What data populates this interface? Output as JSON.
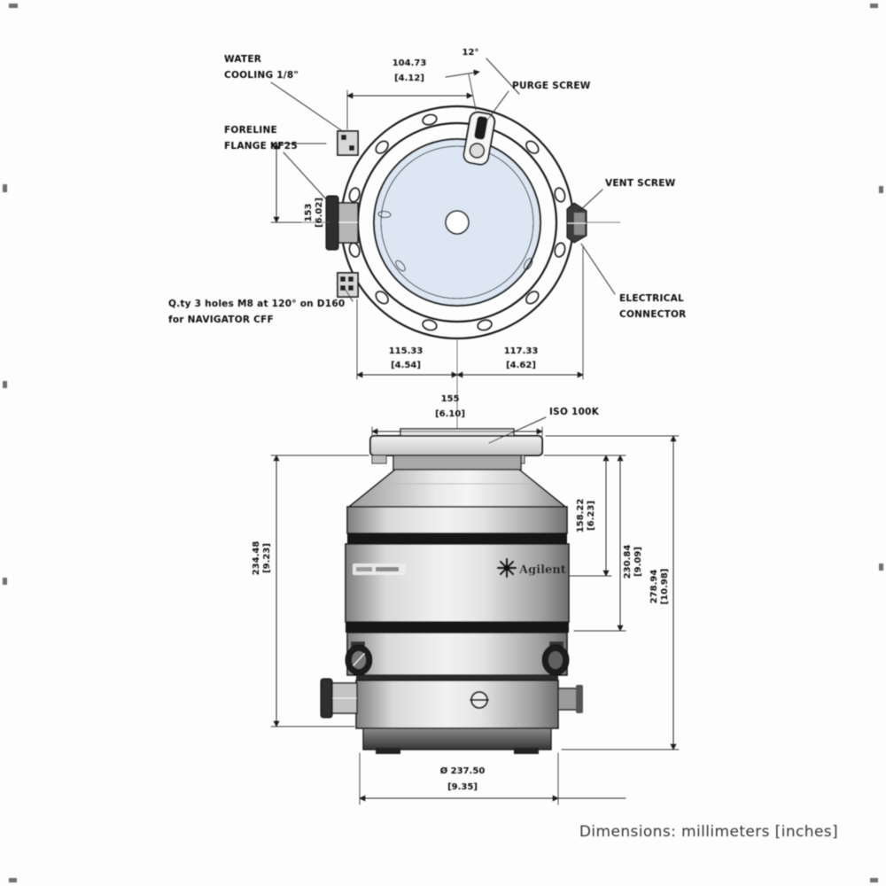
{
  "footer": {
    "note": "Dimensions: millimeters [inches]"
  },
  "top_view": {
    "labels": {
      "water_cooling_line1": "WATER",
      "water_cooling_line2": "COOLING 1/8\"",
      "foreline_line1": "FORELINE",
      "foreline_line2": "FLANGE KF25",
      "purge": "PURGE SCREW",
      "vent": "VENT SCREW",
      "electrical_line1": "ELECTRICAL",
      "electrical_line2": "CONNECTOR",
      "note_line1": "Q.ty 3 holes M8 at 120° on D160",
      "note_line2": "for NAVIGATOR CFF",
      "angle": "12°"
    },
    "dims": {
      "top_mm": "104.73",
      "top_in": "[4.12]",
      "left_mm": "153",
      "left_in": "[6.02]",
      "bottom_left_mm": "115.33",
      "bottom_left_in": "[4.54]",
      "bottom_right_mm": "117.33",
      "bottom_right_in": "[4.62]"
    }
  },
  "side_view": {
    "labels": {
      "iso_flange": "ISO 100K",
      "brand": "Agilent"
    },
    "dims": {
      "flange_mm": "155",
      "flange_in": "[6.10]",
      "left_mm": "234.48",
      "left_in": "[9.23]",
      "right_upper_mm": "158.22",
      "right_upper_in": "[6.23]",
      "right_mid_mm": "230.84",
      "right_mid_in": "[9.09]",
      "total_mm": "278.94",
      "total_in": "[10.98]",
      "base_mm": "Ø 237.50",
      "base_in": "[9.35]"
    }
  },
  "colors": {
    "ink": "#1c1c1c",
    "bore_fill": "#dce7f3",
    "band": "#161616"
  }
}
